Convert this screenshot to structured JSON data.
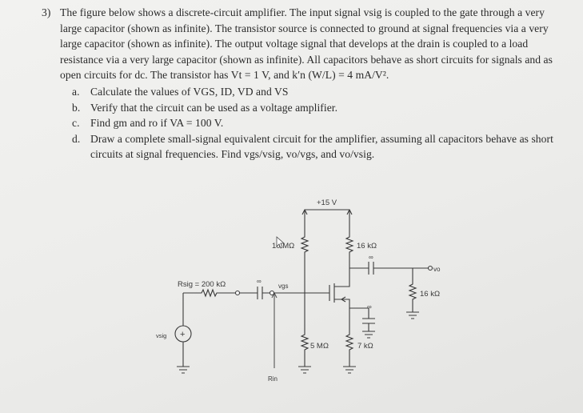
{
  "question": {
    "number": "3)",
    "stem": "The figure below shows a discrete-circuit amplifier. The input signal vsig is coupled to the gate through a very large capacitor (shown as infinite). The transistor source is connected to ground at signal frequencies via a very large capacitor (shown as infinite). The output voltage signal that develops at the drain is coupled to a load resistance via a very large capacitor (shown as infinite). All capacitors behave as short circuits for signals and as open circuits for dc. The transistor has Vt = 1 V, and k′n (W/L) = 4 mA/V².",
    "parts": [
      {
        "label": "a.",
        "text": "Calculate the values of VGS, ID, VD and VS"
      },
      {
        "label": "b.",
        "text": "Verify that the circuit can be used as a voltage amplifier."
      },
      {
        "label": "c.",
        "text": "Find gm and ro if VA = 100 V."
      },
      {
        "label": "d.",
        "text": "Draw a complete small-signal equivalent circuit for the amplifier, assuming all capacitors behave as short circuits at signal frequencies. Find vgs/vsig, vo/vgs, and vo/vsig."
      }
    ]
  },
  "circuit": {
    "supply": "+15 V",
    "r_gate_top": "10 MΩ",
    "r_drain": "16 kΩ",
    "r_sig": "Rsig = 200 kΩ",
    "r_load": "16 kΩ",
    "r_gate_bottom": "5 MΩ",
    "r_source": "7 kΩ",
    "cap_value": "∞",
    "v_sig": "vsig",
    "v_gs": "vgs",
    "v_out": "vo",
    "r_in": "Rin",
    "source_plus": "+"
  }
}
